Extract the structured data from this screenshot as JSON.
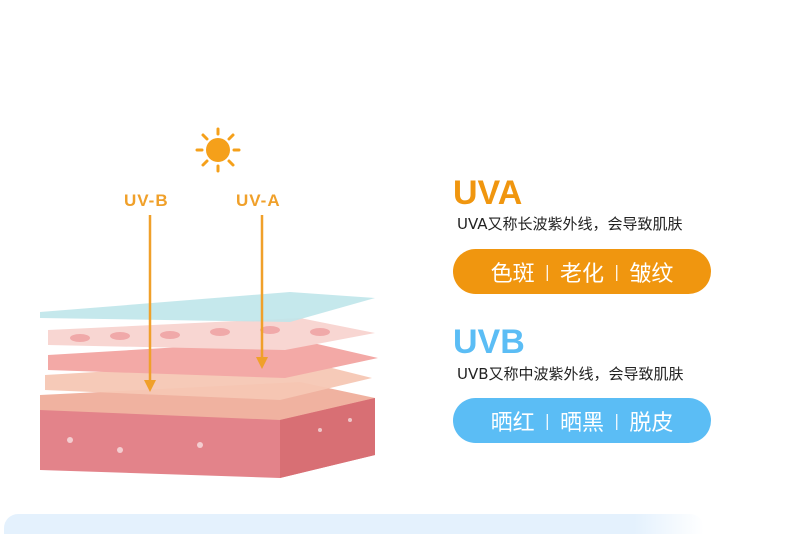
{
  "illustration": {
    "label_uvb": "UV-B",
    "label_uva": "UV-A"
  },
  "uva": {
    "title": "UVA",
    "description": "UVA又称长波紫外线，会导致肌肤",
    "effects": [
      "色斑",
      "老化",
      "皱纹"
    ],
    "separator": "|",
    "color": "#f0960f"
  },
  "uvb": {
    "title": "UVB",
    "description": "UVB又称中波紫外线，会导致肌肤",
    "effects": [
      "晒红",
      "晒黑",
      "脱皮"
    ],
    "separator": "|",
    "color": "#5bbdf5"
  }
}
